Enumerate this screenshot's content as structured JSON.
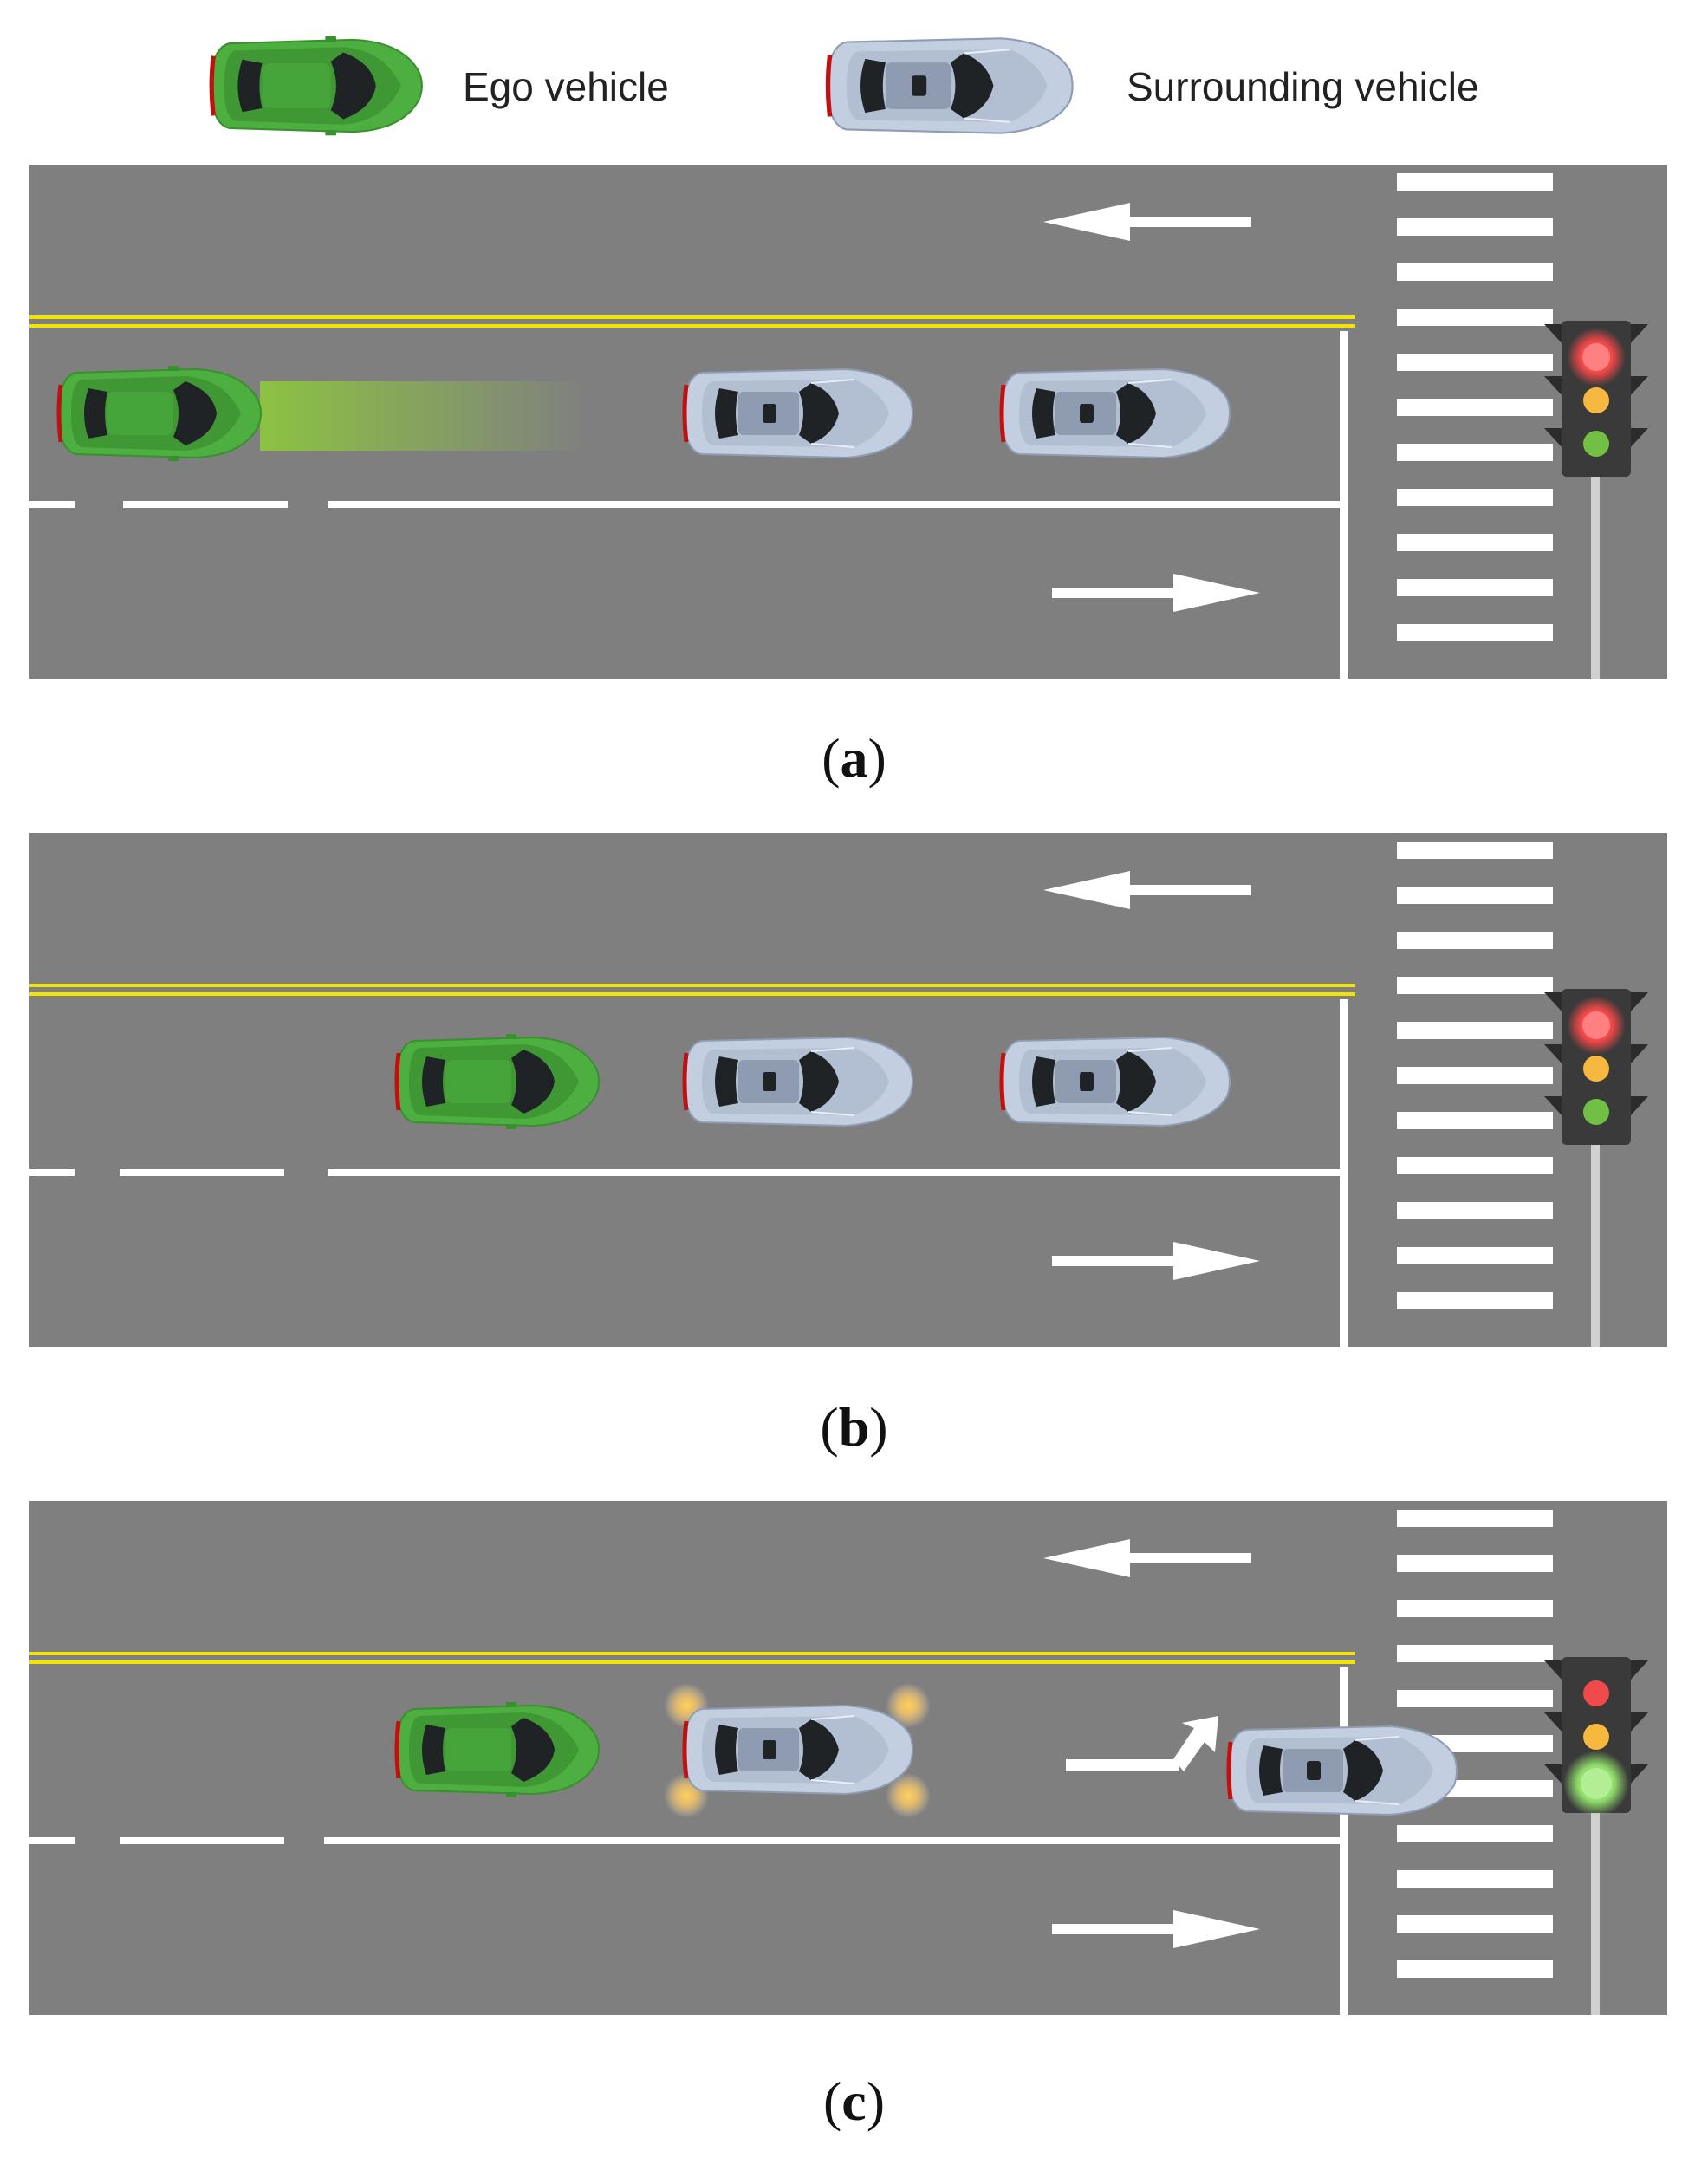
{
  "legend": {
    "ego_label": "Ego vehicle",
    "surrounding_label": "Surrounding vehicle"
  },
  "colors": {
    "road": "#7f7f7f",
    "yellow_line": "#f2e400",
    "white_marking": "#ffffff",
    "ego_vehicle": "#4caf3f",
    "surrounding_vehicle": "#b9c7da",
    "signal_red": "#f04a4a",
    "signal_yellow": "#f6b83e",
    "signal_green": "#72c043"
  },
  "panels": [
    {
      "id": "a",
      "caption": "a",
      "signal_lit": "red",
      "ego_trail": true
    },
    {
      "id": "b",
      "caption": "b",
      "signal_lit": "red",
      "ego_trail": false
    },
    {
      "id": "c",
      "caption": "c",
      "signal_lit": "green",
      "hazard_lights": true,
      "turning_arrow": true
    }
  ]
}
